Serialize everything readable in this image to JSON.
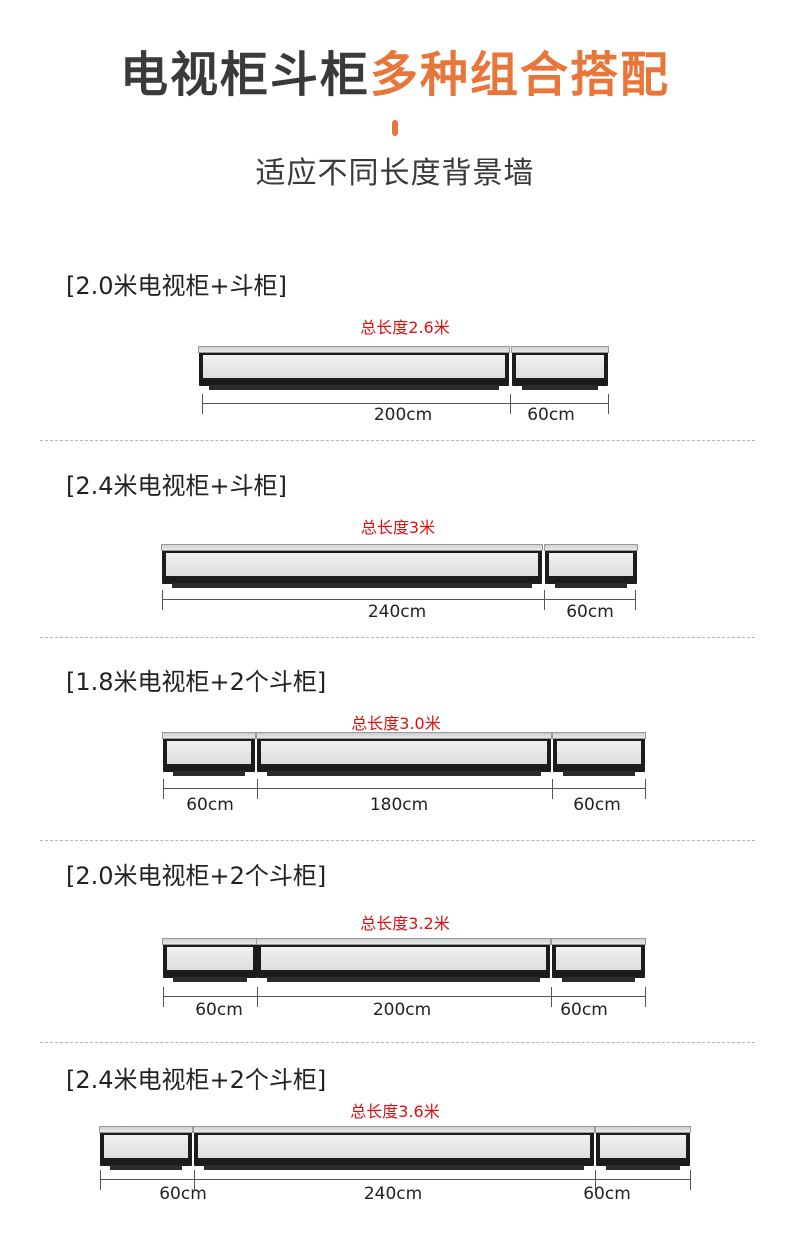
{
  "header": {
    "title_dark": "电视柜斗柜",
    "title_accent": "多种组合搭配",
    "subtitle": "适应不同长度背景墙",
    "accent_color": "#e8763a"
  },
  "sections": [
    {
      "label": "[2.0米电视柜+斗柜]",
      "total": "总长度2.6米",
      "dims": [
        "200cm",
        "60cm"
      ]
    },
    {
      "label": "[2.4米电视柜+斗柜]",
      "total": "总长度3米",
      "dims": [
        "240cm",
        "60cm"
      ]
    },
    {
      "label": "[1.8米电视柜+2个斗柜]",
      "total": "总长度3.0米",
      "dims": [
        "60cm",
        "180cm",
        "60cm"
      ]
    },
    {
      "label": "[2.0米电视柜+2个斗柜]",
      "total": "总长度3.2米",
      "dims": [
        "60cm",
        "200cm",
        "60cm"
      ]
    },
    {
      "label": "[2.4米电视柜+2个斗柜]",
      "total": "总长度3.6米",
      "dims": [
        "60cm",
        "240cm",
        "60cm"
      ]
    }
  ],
  "colors": {
    "total_text": "#e01010",
    "cabinet_body": "#1c1c1e",
    "cabinet_front": "#e8e8e8"
  }
}
